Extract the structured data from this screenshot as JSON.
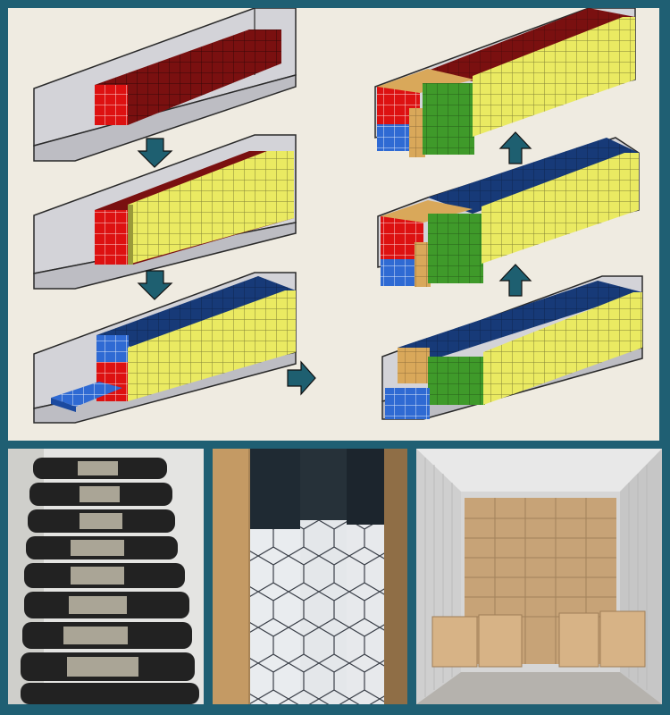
{
  "colors": {
    "frame": "#1f5f73",
    "panel_background": "#efebe1",
    "container_wall": "#d3d3d8",
    "container_edge": "#2a2a2a",
    "block_dark_red": "#7a1010",
    "block_red": "#dd1111",
    "block_yellow": "#eaea62",
    "block_navy": "#173a78",
    "block_blue": "#2f6ad3",
    "block_tan": "#d9a85a",
    "block_green": "#3f9a2a",
    "arrow": "#1e5f70"
  },
  "diagram": {
    "left_column": [
      "container-stage-1",
      "container-stage-2",
      "container-stage-3"
    ],
    "right_column": [
      "container-stage-4",
      "container-stage-5",
      "container-stage-6"
    ],
    "arrows": [
      "arrow-down-1",
      "arrow-down-2",
      "arrow-right",
      "arrow-up-1",
      "arrow-up-2"
    ]
  },
  "photos": [
    {
      "id": "photo-packed-mats"
    },
    {
      "id": "photo-mat-rolls"
    },
    {
      "id": "photo-container-cartons"
    }
  ]
}
